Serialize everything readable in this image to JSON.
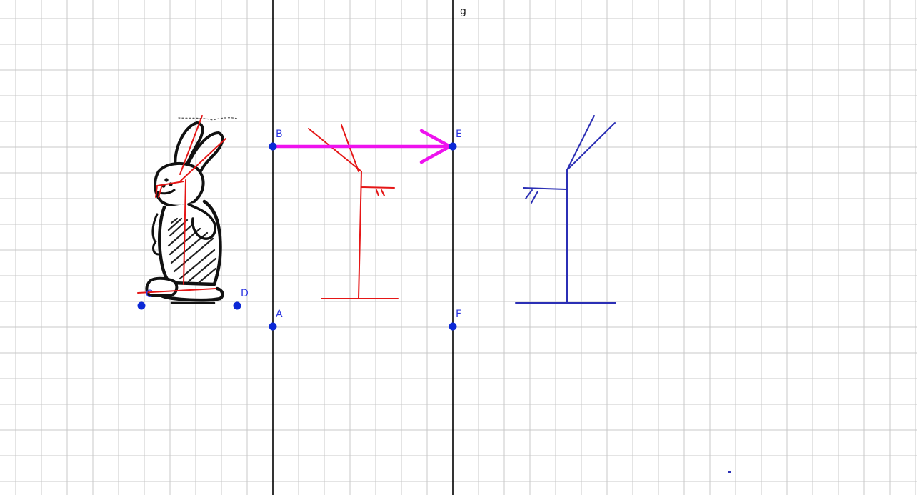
{
  "colors": {
    "grid": "#c8c8c8",
    "axis_line": "#000000",
    "point": "#0b28d6",
    "point_label": "#2b35e0",
    "translation_vector": "#ee12ee",
    "original_figure": "#e51616",
    "image_figure": "#2b2fb5"
  },
  "points": {
    "A": "A",
    "B": "B",
    "C": "C",
    "D": "D",
    "E": "E",
    "F": "F"
  },
  "lines": {
    "g": "g"
  },
  "figures": {
    "rabbit": "rabbit-drawing",
    "original": "red-tree-figure",
    "image": "blue-tree-figure"
  }
}
